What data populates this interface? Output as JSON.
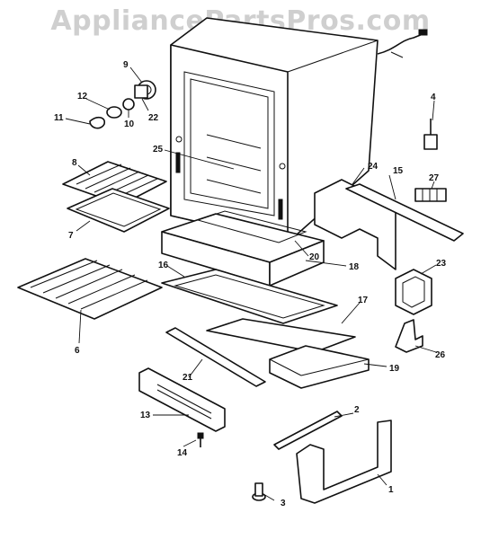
{
  "watermark": "AppliancePartsPros.com",
  "part_labels": {
    "p1": "1",
    "p2": "2",
    "p3": "3",
    "p4": "4",
    "p6": "6",
    "p7": "7",
    "p8": "8",
    "p9": "9",
    "p10": "10",
    "p11": "11",
    "p12": "12",
    "p13": "13",
    "p14": "14",
    "p15": "15",
    "p16": "16",
    "p17": "17",
    "p18": "18",
    "p19": "19",
    "p20": "20",
    "p21": "21",
    "p22": "22",
    "p23": "23",
    "p24": "24",
    "p25": "25",
    "p26": "26",
    "p27": "27"
  }
}
